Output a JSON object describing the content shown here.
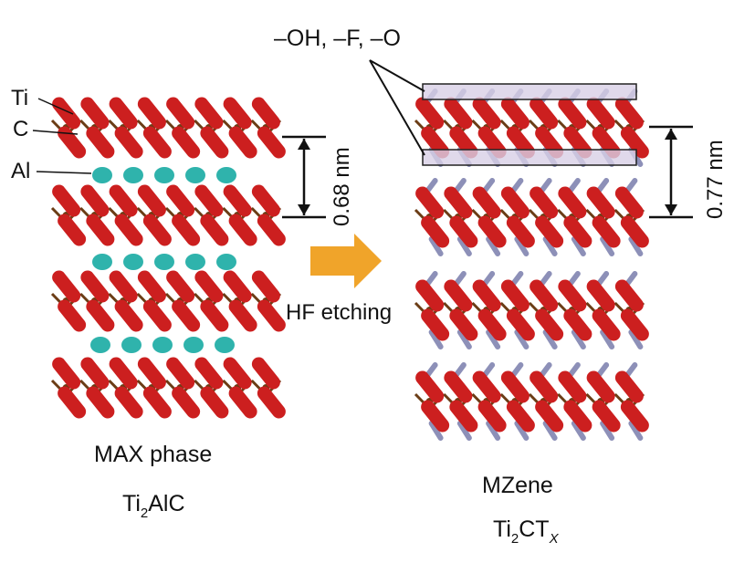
{
  "labels": {
    "ti": "Ti",
    "c": "C",
    "al": "Al",
    "terminations": "–OH, –F, –O",
    "etching": "HF etching"
  },
  "dimensions": {
    "max_spacing": "0.68 nm",
    "mxene_spacing": "0.77 nm"
  },
  "captions": {
    "max_name": "MAX phase",
    "max_formula": {
      "a": "Ti",
      "sub": "2",
      "b": "AlC"
    },
    "mxene_name": "MZene",
    "mxene_formula": {
      "a": "Ti",
      "sub": "2",
      "b": "CT",
      "sub2": "X"
    }
  },
  "colors": {
    "ti": "#cc1f1f",
    "carbon": "#6b3d16",
    "al": "#2fb3ac",
    "termination": "#8d90b8",
    "arrow": "#f0a42a",
    "band": "#d8cfe6"
  }
}
